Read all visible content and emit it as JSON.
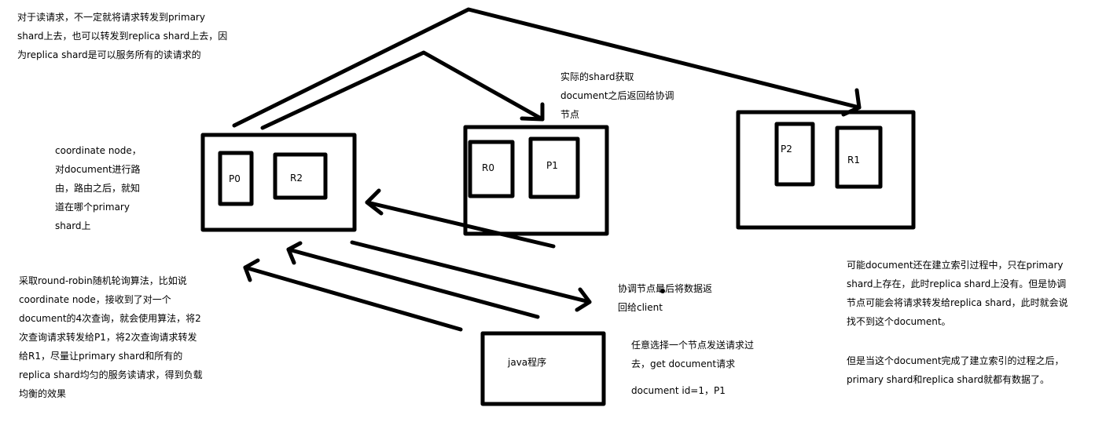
{
  "colors": {
    "ink": "#000000",
    "background": "#ffffff"
  },
  "notes": {
    "read_request": "对于读请求，不一定就将请求转发到primary\nshard上去，也可以转发到replica shard上去，因\n为replica shard是可以服务所有的读请求的",
    "actual_shard": "实际的shard获取\ndocument之后返回给协调\n节点",
    "coordinate_node": "coordinate node，\n对document进行路\n由，路由之后，就知\n道在哪个primary\nshard上",
    "round_robin": "采取round-robin随机轮询算法，比如说\ncoordinate node，接收到了对一个\ndocument的4次查询，就会使用算法，将2\n次查询请求转发给P1，将2次查询请求转发\n给R1，尽量让primary shard和所有的\nreplica shard均匀的服务读请求，得到负载\n均衡的效果",
    "return_client": "协调节点最后将数据返\n回给client",
    "send_request": "任意选择一个节点发送请求过\n去，get document请求",
    "doc_id": "document id=1，P1",
    "maybe_indexing": "可能document还在建立索引过程中，只在primary\nshard上存在，此时replica shard上没有。但是协调\n节点可能会将请求转发给replica shard，此时就会说\n找不到这个document。",
    "index_done": "但是当这个document完成了建立索引的过程之后，\nprimary shard和replica shard就都有数据了。"
  },
  "nodes": {
    "node1": {
      "shards": [
        "P0",
        "R2"
      ]
    },
    "node2": {
      "shards": [
        "R0",
        "P1"
      ]
    },
    "node3": {
      "shards": [
        "P2",
        "R1"
      ]
    }
  },
  "client": {
    "label": "java程序"
  }
}
